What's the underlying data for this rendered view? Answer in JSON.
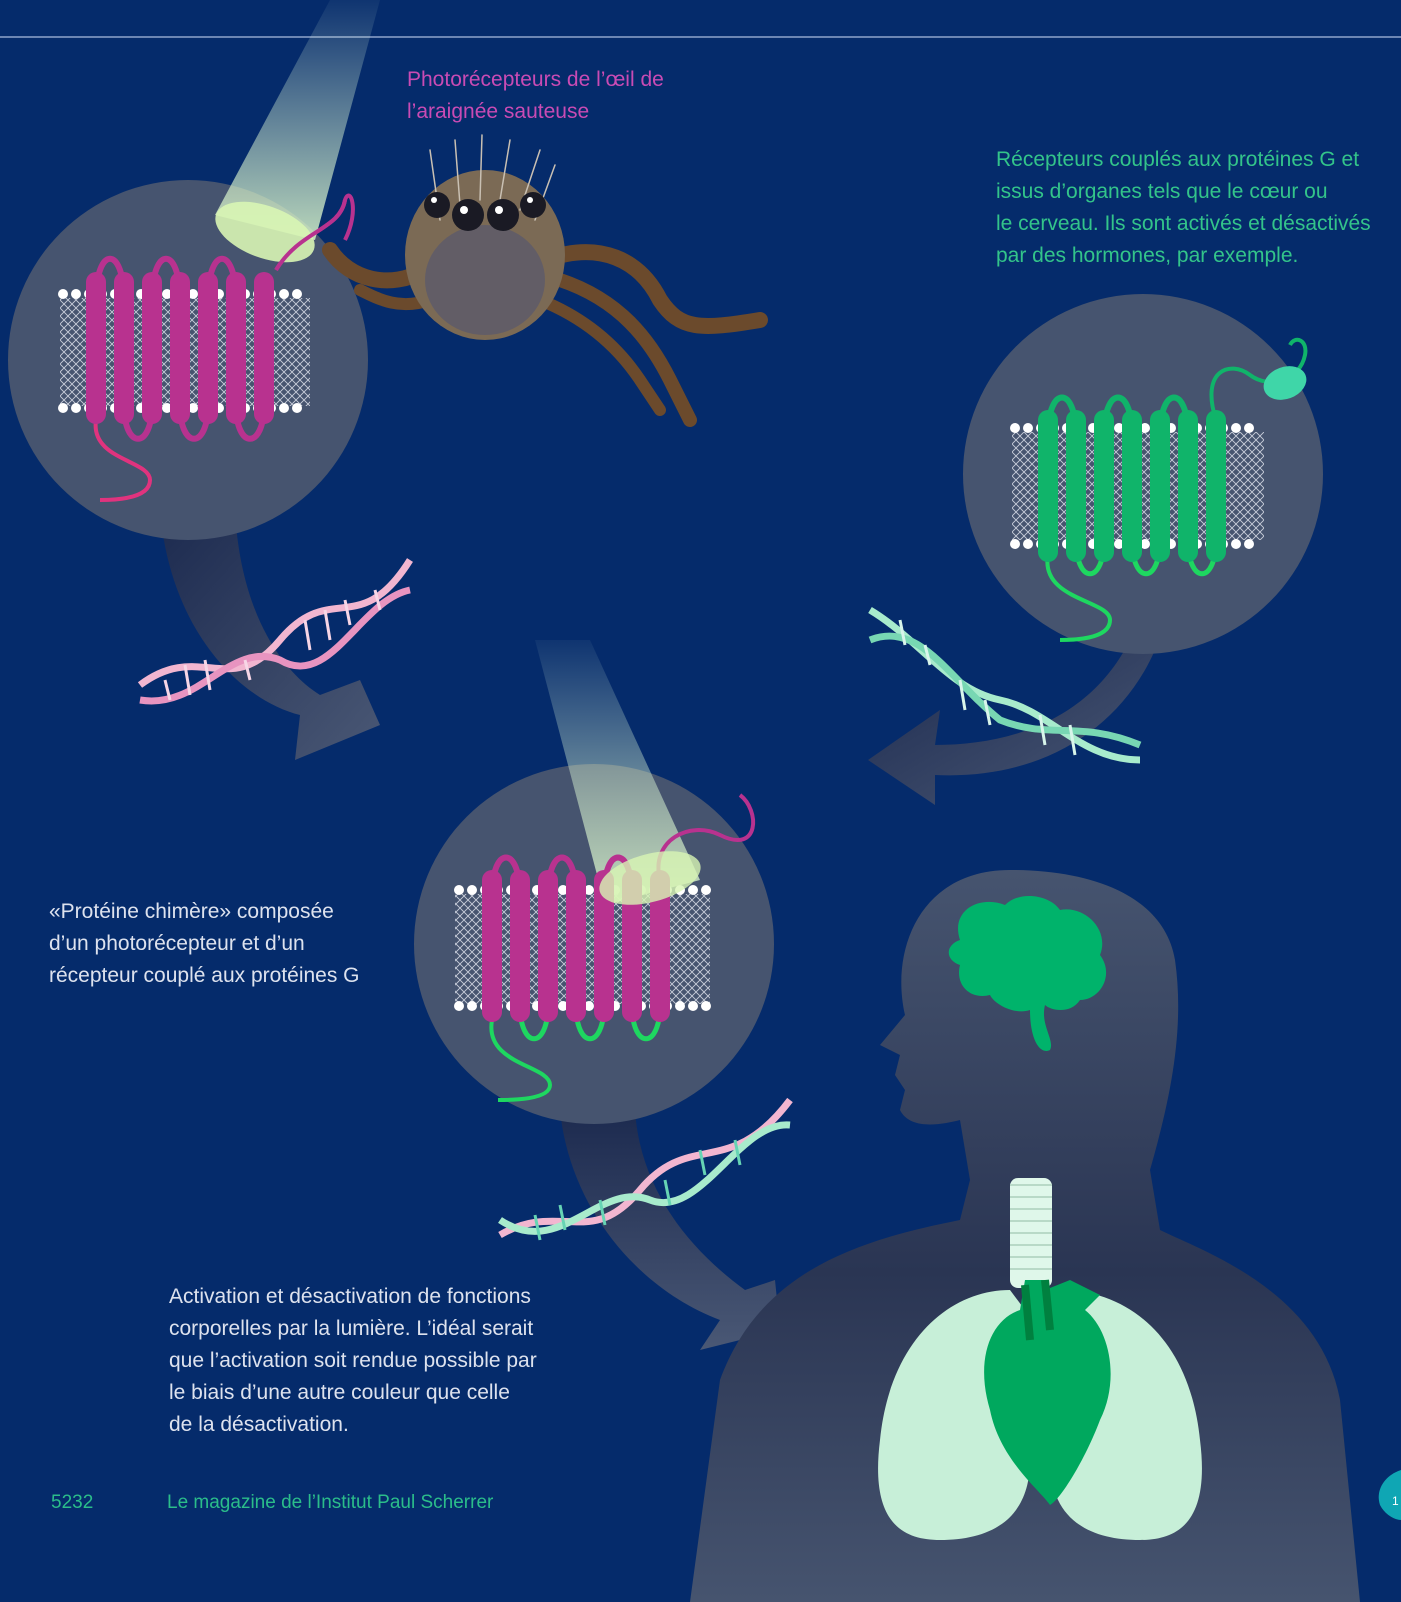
{
  "captions": {
    "photoreceptor": [
      "Photorécepteurs de l’œil de",
      "l’araignée sauteuse"
    ],
    "gpcr": [
      "Récepteurs couplés aux protéines G et",
      "issus d’organes tels que le cœur ou",
      "le cerveau. Ils sont activés et désactivés",
      "par des hormones, par exemple."
    ],
    "chimera": [
      "«Protéine chimère» composée",
      "d’un photorécepteur et d’un",
      "récepteur couplé aux protéines G"
    ],
    "activation": [
      "Activation et désactivation de fonctions",
      "corporelles par la lumière. L’idéal serait",
      "que l’activation soit rendue possible par",
      "le biais d’une autre couleur que celle",
      "de la désactivation."
    ]
  },
  "footer": {
    "page_number": "5232",
    "magazine": "Le magazine de l’Institut Paul Scherrer",
    "corner_number": "1"
  },
  "colors": {
    "background": "#052b6b",
    "circle": "#46546f",
    "magenta_receptor": "#b8328f",
    "green_receptor": "#10b46a",
    "photoreceptor_text": "#c94bb4",
    "gpcr_text": "#33c48a",
    "body_text": "#dde2ee",
    "footer_text": "#2bbd8a"
  }
}
